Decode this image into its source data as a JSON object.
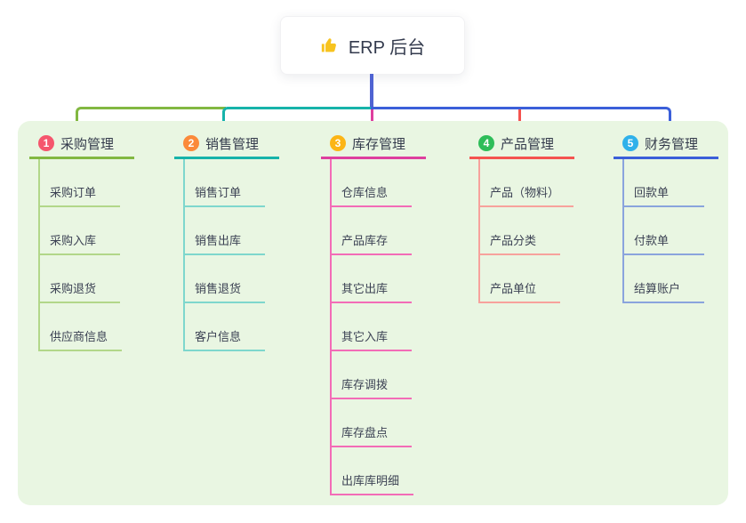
{
  "root": {
    "title": "ERP 后台",
    "icon": "thumbs-up-icon",
    "icon_color": "#f7c31f",
    "drop_line_color": "#4f63d2"
  },
  "panel": {
    "background": "#e9f6e2"
  },
  "branches": [
    {
      "index": "1",
      "title": "采购管理",
      "badge_color": "#f5566d",
      "line_color": "#82b841",
      "child_line_color": "#b2d789",
      "children": [
        "采购订单",
        "采购入库",
        "采购退货",
        "供应商信息"
      ]
    },
    {
      "index": "2",
      "title": "销售管理",
      "badge_color": "#fb8a3a",
      "line_color": "#16b3aa",
      "child_line_color": "#7ed7cd",
      "children": [
        "销售订单",
        "销售出库",
        "销售退货",
        "客户信息"
      ]
    },
    {
      "index": "3",
      "title": "库存管理",
      "badge_color": "#fcb515",
      "line_color": "#de3f9e",
      "child_line_color": "#f36cb7",
      "children": [
        "仓库信息",
        "产品库存",
        "其它出库",
        "其它入库",
        "库存调拨",
        "库存盘点",
        "出库库明细"
      ]
    },
    {
      "index": "4",
      "title": "产品管理",
      "badge_color": "#2ebd59",
      "line_color": "#f4534f",
      "child_line_color": "#f7a29c",
      "children": [
        "产品（物料）",
        "产品分类",
        "产品单位"
      ]
    },
    {
      "index": "5",
      "title": "财务管理",
      "badge_color": "#2fb1ea",
      "line_color": "#3b5fd9",
      "child_line_color": "#8aa4dd",
      "children": [
        "回款单",
        "付款单",
        "结算账户"
      ]
    }
  ]
}
